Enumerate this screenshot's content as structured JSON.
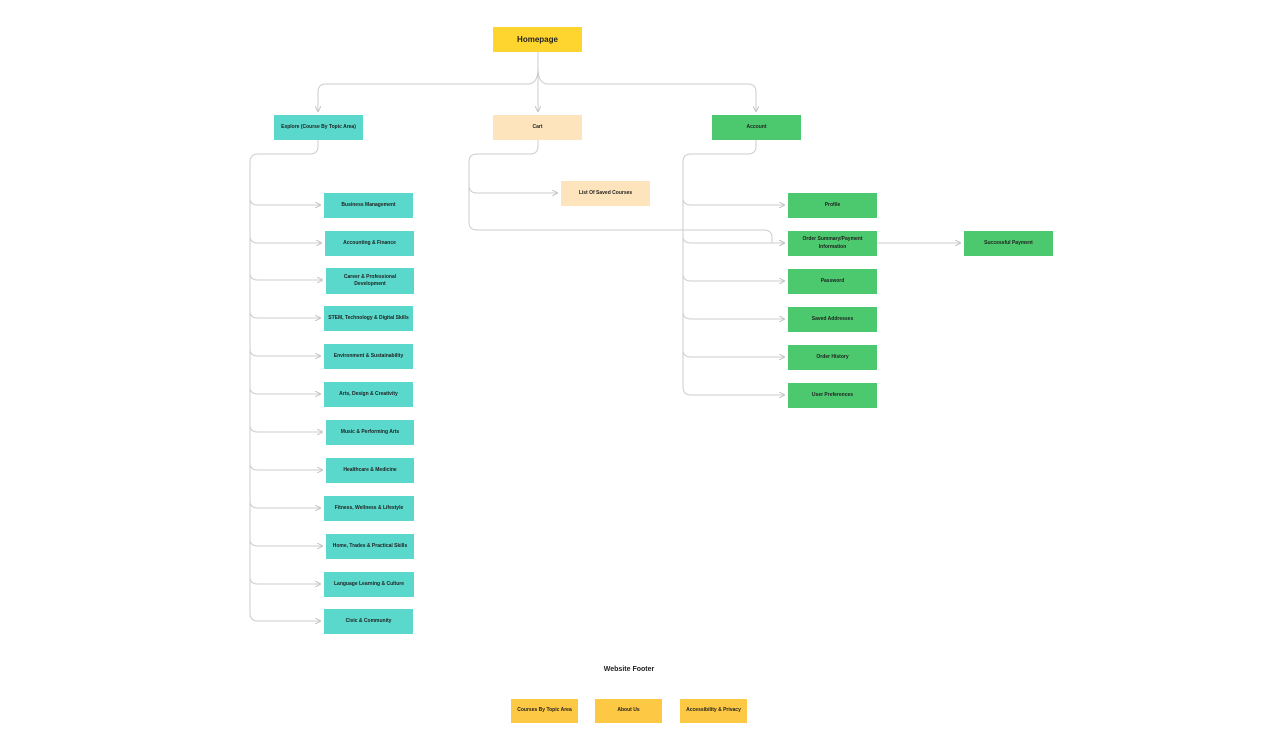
{
  "homepage": "Homepage",
  "sections": {
    "explore": "Explore (Course By Topic Area)",
    "cart": "Cart",
    "account": "Account"
  },
  "explore_items": [
    "Business Management",
    "Accounting & Finance",
    "Career & Professional Development",
    "STEM, Technology & Digital Skills",
    "Environment & Sustainability",
    "Arts, Design & Creativity",
    "Music & Performing Arts",
    "Healthcare & Medicine",
    "Fitness, Wellness & Lifestyle",
    "Home, Trades & Practical Skills",
    "Language Learning & Culture",
    "Civic & Community"
  ],
  "cart_items": [
    "List Of Saved Courses"
  ],
  "account_items": [
    "Profile",
    "Order Summary/Payment Information",
    "Password",
    "Saved Addresses",
    "Order History",
    "User Preferences"
  ],
  "payment_result": "Successful Payment",
  "footer": {
    "heading": "Website Footer",
    "links": [
      "Courses By Topic Area",
      "About Us",
      "Accessibility & Privacy"
    ]
  },
  "colors": {
    "homepage": "#fed52e",
    "explore": "#5bd8cc",
    "cart": "#fee4bd",
    "account": "#4cc96e",
    "footer": "#fdc844",
    "connector": "#c8c8c8"
  }
}
